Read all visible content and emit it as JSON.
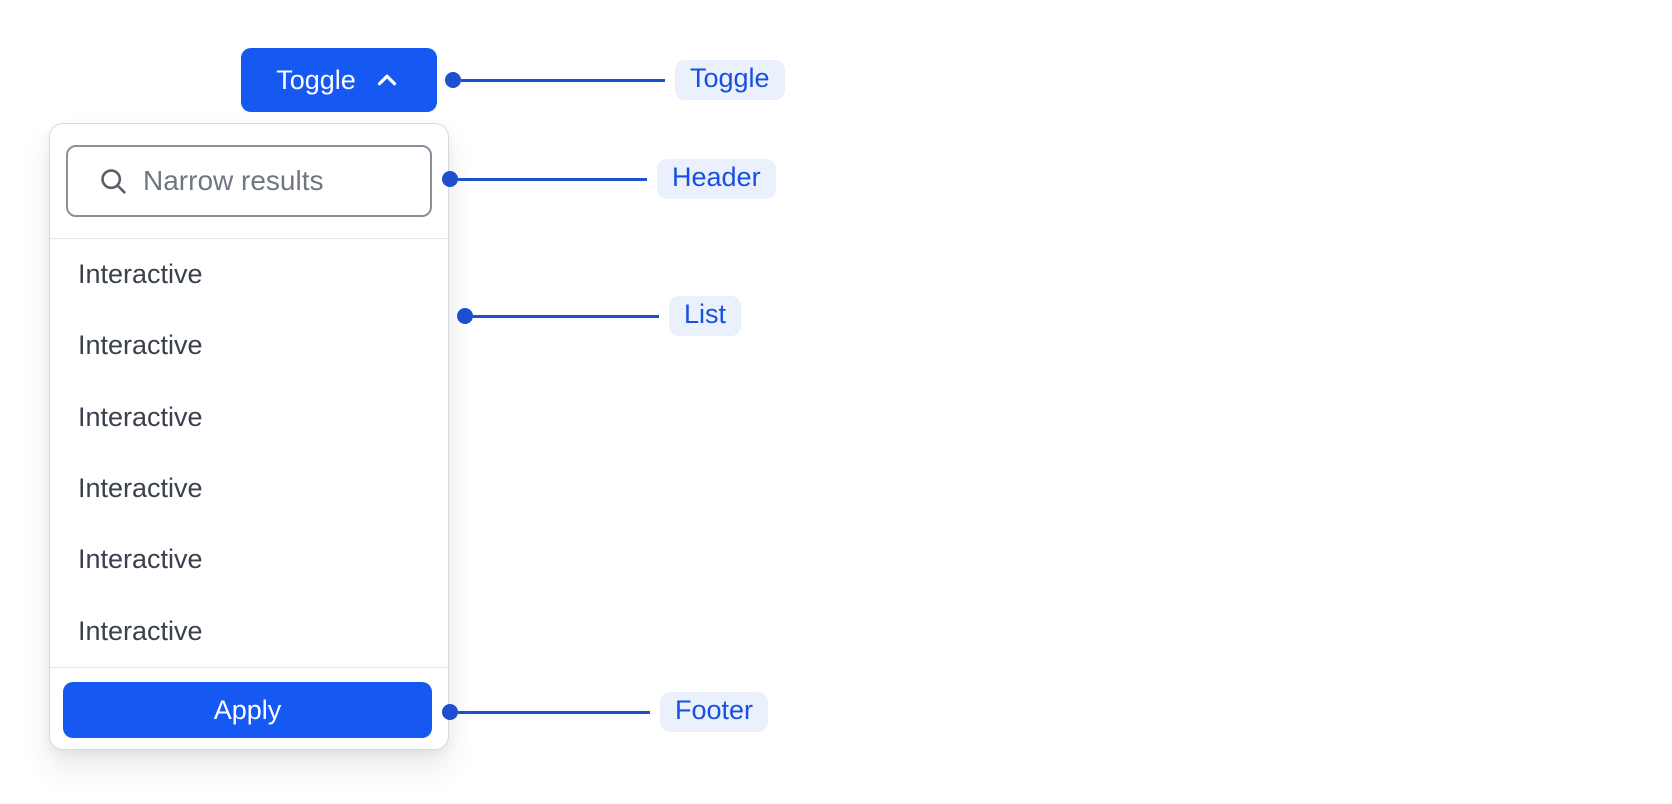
{
  "toggle_button": {
    "label": "Toggle",
    "icon": "chevron-up-icon"
  },
  "dropdown": {
    "header": {
      "search_placeholder": "Narrow results",
      "search_icon": "magnifier-icon"
    },
    "list_items": [
      "Interactive",
      "Interactive",
      "Interactive",
      "Interactive",
      "Interactive",
      "Interactive"
    ],
    "footer": {
      "apply_label": "Apply"
    }
  },
  "annotations": {
    "toggle": {
      "label": "Toggle"
    },
    "header": {
      "label": "Header"
    },
    "list": {
      "label": "List"
    },
    "footer": {
      "label": "Footer"
    }
  },
  "colors": {
    "primary_blue": "#1659F2",
    "annotation_blue": "#1E4FCE",
    "annotation_text_blue": "#1850E0",
    "annotation_pill_bg": "#EAF1FD",
    "panel_border": "#D5D8DE",
    "input_border": "#8A9099",
    "divider": "#E4E6EA",
    "item_text": "#3A414D",
    "placeholder_gray": "#6F7682",
    "icon_gray": "#595F69"
  }
}
